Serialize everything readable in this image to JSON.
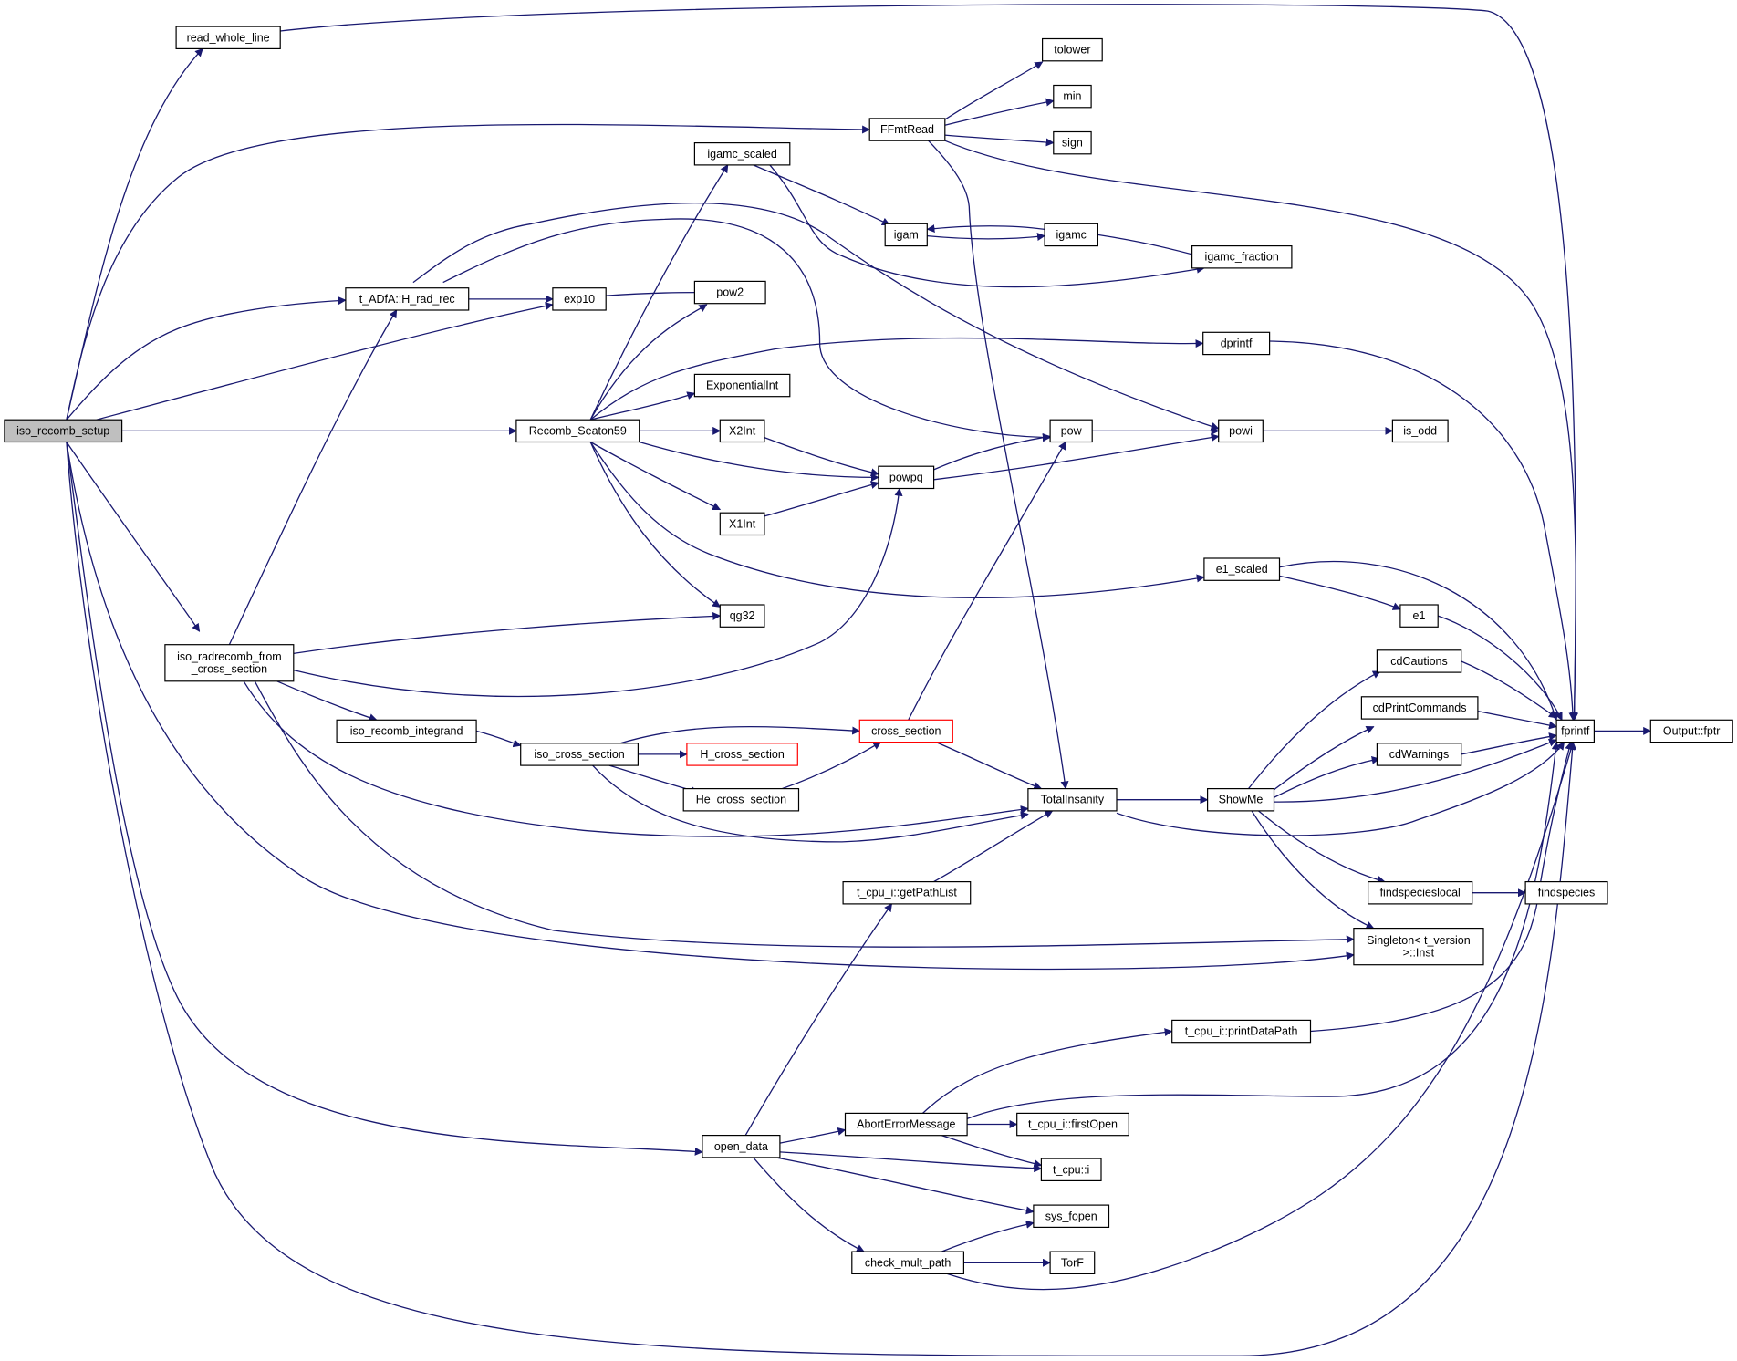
{
  "colors": {
    "edge": "#191970",
    "root_fill": "#bfbfbf",
    "node_fill": "#ffffff",
    "node_border": "#000000",
    "truncated_border": "#ff0000"
  },
  "nodes": {
    "iso_recomb_setup": [
      "iso_recomb_setup"
    ],
    "read_whole_line": [
      "read_whole_line"
    ],
    "FFmtRead": [
      "FFmtRead"
    ],
    "tolower": [
      "tolower"
    ],
    "min": [
      "min"
    ],
    "sign": [
      "sign"
    ],
    "igamc_scaled": [
      "igamc_scaled"
    ],
    "igam": [
      "igam"
    ],
    "igamc": [
      "igamc"
    ],
    "igamc_fraction": [
      "igamc_fraction"
    ],
    "H_rad_rec": [
      "t_ADfA::H_rad_rec"
    ],
    "exp10": [
      "exp10"
    ],
    "pow2": [
      "pow2"
    ],
    "dprintf": [
      "dprintf"
    ],
    "ExponentialInt": [
      "ExponentialInt"
    ],
    "Recomb_Seaton59": [
      "Recomb_Seaton59"
    ],
    "X2Int": [
      "X2Int"
    ],
    "pow": [
      "pow"
    ],
    "powi": [
      "powi"
    ],
    "is_odd": [
      "is_odd"
    ],
    "powpq": [
      "powpq"
    ],
    "X1Int": [
      "X1Int"
    ],
    "e1_scaled": [
      "e1_scaled"
    ],
    "e1": [
      "e1"
    ],
    "qg32": [
      "qg32"
    ],
    "iso_radrecomb": [
      "iso_radrecomb_from",
      "_cross_section"
    ],
    "cdCautions": [
      "cdCautions"
    ],
    "cdPrintCommands": [
      "cdPrintCommands"
    ],
    "fprintf": [
      "fprintf"
    ],
    "Output_fptr": [
      "Output::fptr"
    ],
    "cross_section": [
      "cross_section"
    ],
    "iso_recomb_integrand": [
      "iso_recomb_integrand"
    ],
    "cdWarnings": [
      "cdWarnings"
    ],
    "iso_cross_section": [
      "iso_cross_section"
    ],
    "H_cross_section": [
      "H_cross_section"
    ],
    "He_cross_section": [
      "He_cross_section"
    ],
    "TotalInsanity": [
      "TotalInsanity"
    ],
    "ShowMe": [
      "ShowMe"
    ],
    "getPathList": [
      "t_cpu_i::getPathList"
    ],
    "findspecieslocal": [
      "findspecieslocal"
    ],
    "findspecies": [
      "findspecies"
    ],
    "Singleton_Inst": [
      "Singleton< t_version",
      ">::Inst"
    ],
    "printDataPath": [
      "t_cpu_i::printDataPath"
    ],
    "AbortErrorMessage": [
      "AbortErrorMessage"
    ],
    "firstOpen": [
      "t_cpu_i::firstOpen"
    ],
    "open_data": [
      "open_data"
    ],
    "t_cpu_i": [
      "t_cpu::i"
    ],
    "sys_fopen": [
      "sys_fopen"
    ],
    "check_mult_path": [
      "check_mult_path"
    ],
    "TorF": [
      "TorF"
    ]
  }
}
